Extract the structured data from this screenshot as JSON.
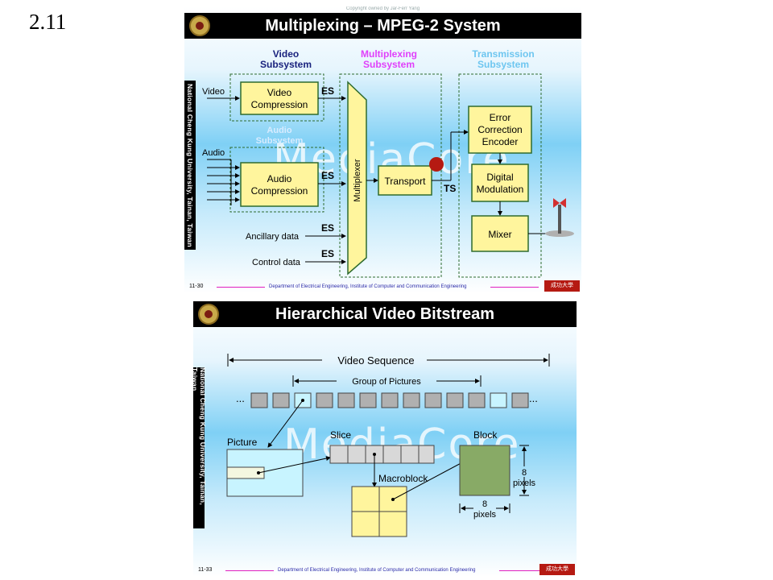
{
  "page_number": "2.11",
  "top_slide": {
    "copyright": "Copyright owned by Jar-Ferr Yang",
    "title": "Multiplexing – MPEG-2 System",
    "sidebar": "National Cheng Kung University, Tainan, Taiwan",
    "watermark": "MediaCore",
    "slide_number": "11-30",
    "footer": "Department of Electrical Engineering, Institute of Computer and Communication Engineering",
    "footer_stamp": "成功大學",
    "subsystems": {
      "video": [
        "Video",
        "Subsystem"
      ],
      "audio": [
        "Audio",
        "Subsystem"
      ],
      "multiplexing": [
        "Multiplexing",
        "Subsystem"
      ],
      "transmission": [
        "Transmission",
        "Subsystem"
      ]
    },
    "inputs": {
      "video": "Video",
      "audio": "Audio",
      "ancillary": "Ancillary data",
      "control": "Control data"
    },
    "blocks": {
      "video_compression": [
        "Video",
        "Compression"
      ],
      "audio_compression": [
        "Audio",
        "Compression"
      ],
      "multiplexer": "Multiplexer",
      "transport": "Transport",
      "error_correction": [
        "Error",
        "Correction",
        "Encoder"
      ],
      "digital_modulation": [
        "Digital",
        "Modulation"
      ],
      "mixer": "Mixer"
    },
    "stream_labels": {
      "es": "ES",
      "ts": "TS"
    },
    "colors": {
      "video_subsystem": "#1a237e",
      "multiplexing_subsystem": "#e040fb",
      "transmission_subsystem": "#6ec6f0",
      "block_fill": "#fff59d"
    }
  },
  "bottom_slide": {
    "title": "Hierarchical Video Bitstream",
    "sidebar": "National Cheng Kung University, Tainan, Taiwan",
    "watermark": "MediaCore",
    "slide_number": "11-33",
    "footer": "Department of Electrical Engineering, Institute of Computer and Communication Engineering",
    "footer_stamp": "成功大學",
    "labels": {
      "video_sequence": "Video Sequence",
      "group_of_pictures": "Group of Pictures",
      "ellipsis": "...",
      "picture": "Picture",
      "slice": "Slice",
      "block": "Block",
      "macroblock": "Macroblock",
      "block_height": [
        "8",
        "pixels"
      ],
      "block_width": [
        "8",
        "pixels"
      ]
    },
    "colors": {
      "frame": "#b0b0b0",
      "picture": "#c8f4ff",
      "macroblock": "#fff59d",
      "block": "#88aa66"
    }
  }
}
